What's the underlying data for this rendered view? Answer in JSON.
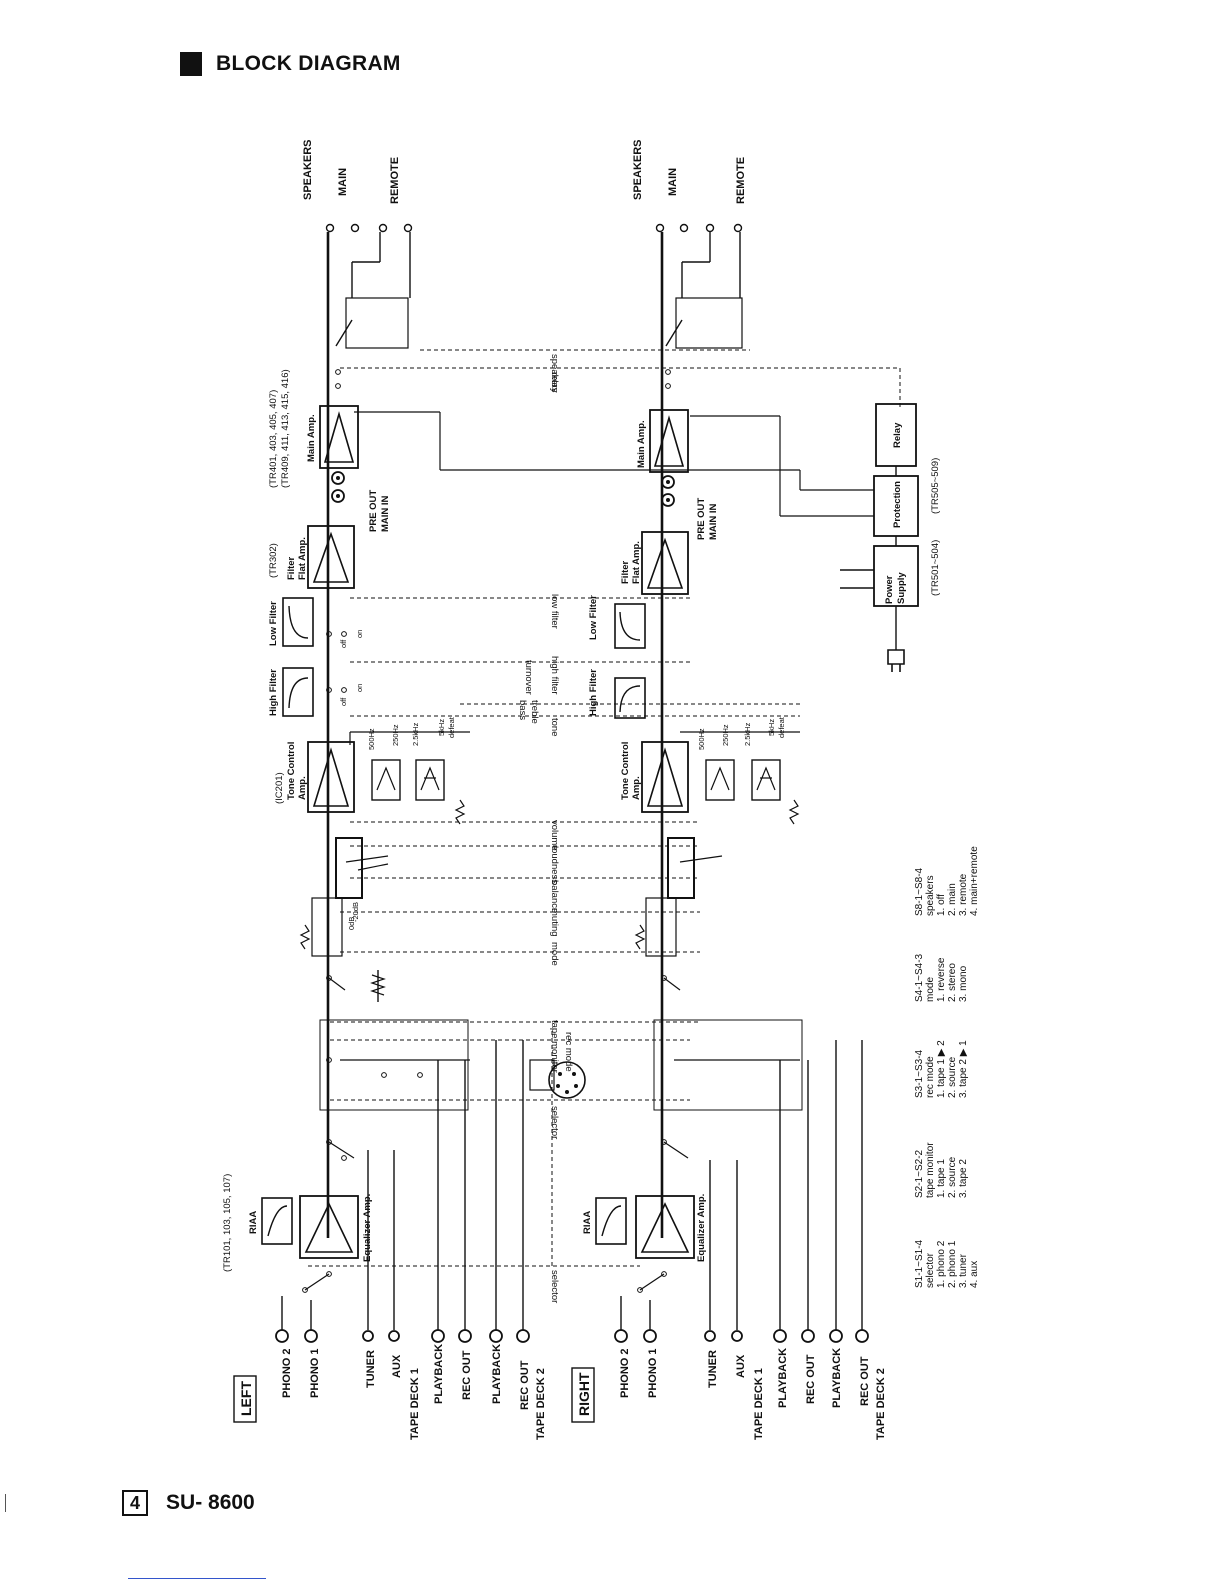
{
  "header": {
    "title": "BLOCK DIAGRAM"
  },
  "footer": {
    "page_number": "4",
    "model": "SU- 8600"
  },
  "channels": {
    "left": {
      "label": "LEFT",
      "inputs": [
        "PHONO 2",
        "PHONO 1",
        "TUNER",
        "AUX"
      ],
      "tape_deck_1": "TAPE DECK 1",
      "tape_deck_2": "TAPE DECK 2",
      "playback": "PLAYBACK",
      "rec_out": "REC OUT",
      "eq_tr": "(TR101, 103, 105, 107)",
      "tone_ic": "(IC201)",
      "flat_tr": "(TR302)",
      "main_tr_1": "(TR401, 403, 405, 407)",
      "main_tr_2": "(TR409, 411, 413, 415, 416)"
    },
    "right": {
      "label": "RIGHT",
      "inputs": [
        "PHONO 2",
        "PHONO 1",
        "TUNER",
        "AUX"
      ],
      "tape_deck_1": "TAPE DECK 1",
      "tape_deck_2": "TAPE DECK 2",
      "playback": "PLAYBACK",
      "rec_out": "REC OUT"
    }
  },
  "blocks": {
    "riaa": "RIAA",
    "eq_amp": "Equalizer Amp.",
    "tone_amp_1": "Tone Control",
    "tone_amp_2": "Amp.",
    "high_filter": "High Filter",
    "low_filter": "Low Filter",
    "flat_amp_1": "Filter",
    "flat_amp_2": "Flat Amp.",
    "main_amp": "Main Amp.",
    "power_supply_1": "Power",
    "power_supply_2": "Supply",
    "protection": "Protection",
    "relay": "Relay",
    "psu_tr": "(TR501~504)",
    "prot_tr": "(TR505~509)"
  },
  "jacks": {
    "pre_out": "PRE OUT",
    "main_in": "MAIN IN"
  },
  "speakers": {
    "title": "SPEAKERS",
    "main": "MAIN",
    "remote": "REMOTE"
  },
  "links": {
    "selector": "selector",
    "tape_monitor": "tape monitor",
    "rec_mode": "rec mode",
    "mode": "mode",
    "muting": "muting",
    "balance": "balance",
    "loudness": "loudness",
    "volume": "volume",
    "tone": "tone",
    "treble": "treble",
    "bass": "bass",
    "turnover": "turnover",
    "high_filter": "high filter",
    "low_filter": "low filter",
    "relay": "relay",
    "speakers": "speakers"
  },
  "switch_labels": {
    "on": "on",
    "off": "off",
    "zero_db": "0dB",
    "minus_20db": "-20dB",
    "f500": "500Hz",
    "f250": "250Hz",
    "f2_5k": "2.5kHz",
    "f5k": "5kHz",
    "defeat": "defeat"
  },
  "legend": [
    {
      "head": "S1-1~S1-4",
      "title": "selector",
      "items": [
        "1. phono 2",
        "2. phono 1",
        "3. tuner",
        "4. aux"
      ]
    },
    {
      "head": "S2-1~S2-2",
      "title": "tape monitor",
      "items": [
        "1. tape 1",
        "2. source",
        "3. tape 2"
      ]
    },
    {
      "head": "S3-1~S3-4",
      "title": "rec mode",
      "items": [
        "1. tape 1 ▶ 2",
        "2. source",
        "3. tape 2 ▶ 1"
      ]
    },
    {
      "head": "S4-1~S4-3",
      "title": "mode",
      "items": [
        "1. reverse",
        "2. stereo",
        "3. mono"
      ]
    },
    {
      "head": "S8-1~S8-4",
      "title": "speakers",
      "items": [
        "1. off",
        "2. main",
        "3. remote",
        "4. main+remote"
      ]
    }
  ]
}
